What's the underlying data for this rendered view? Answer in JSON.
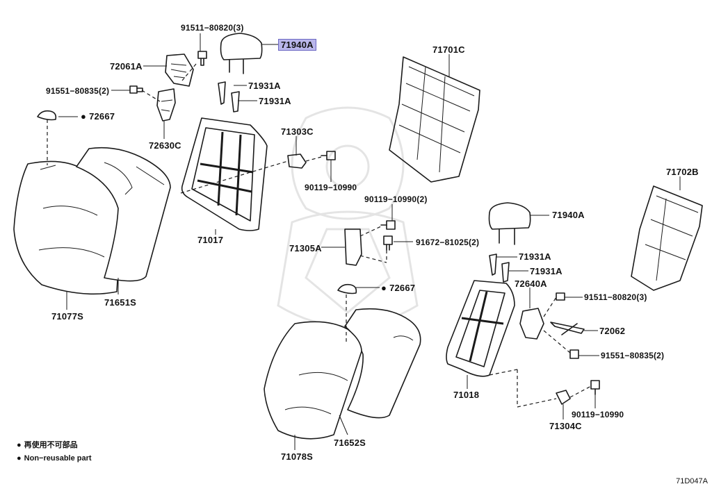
{
  "diagram": {
    "part_labels": {
      "p91511_80820_3_top": "91511−80820(3)",
      "p71940A_top": "71940A",
      "p72061A": "72061A",
      "p91551_80835_2_left": "91551−80835(2)",
      "p71931A_1": "71931A",
      "p71931A_2": "71931A",
      "p72667_left": "72667",
      "p72630C": "72630C",
      "p71303C": "71303C",
      "p90119_10990_a": "90119−10990",
      "p71017": "71017",
      "p71077S": "71077S",
      "p71651S": "71651S",
      "p71701C": "71701C",
      "p71702B": "71702B",
      "p90119_10990_2": "90119−10990(2)",
      "p71305A": "71305A",
      "p91672_81025_2": "91672−81025(2)",
      "p71940A_right": "71940A",
      "p71931A_3": "71931A",
      "p71931A_4": "71931A",
      "p72640A": "72640A",
      "p91511_80820_3_right": "91511−80820(3)",
      "p72062": "72062",
      "p72667_mid": "72667",
      "p91551_80835_2_right": "91551−80835(2)",
      "p71018": "71018",
      "p90119_10990_b": "90119−10990",
      "p71304C": "71304C",
      "p71078S": "71078S",
      "p71652S": "71652S"
    },
    "legend": {
      "line1": "再使用不可部品",
      "line2": "Non−reusable part"
    },
    "diagram_code": "71D047A",
    "highlight_color": "#b9b6ea"
  }
}
